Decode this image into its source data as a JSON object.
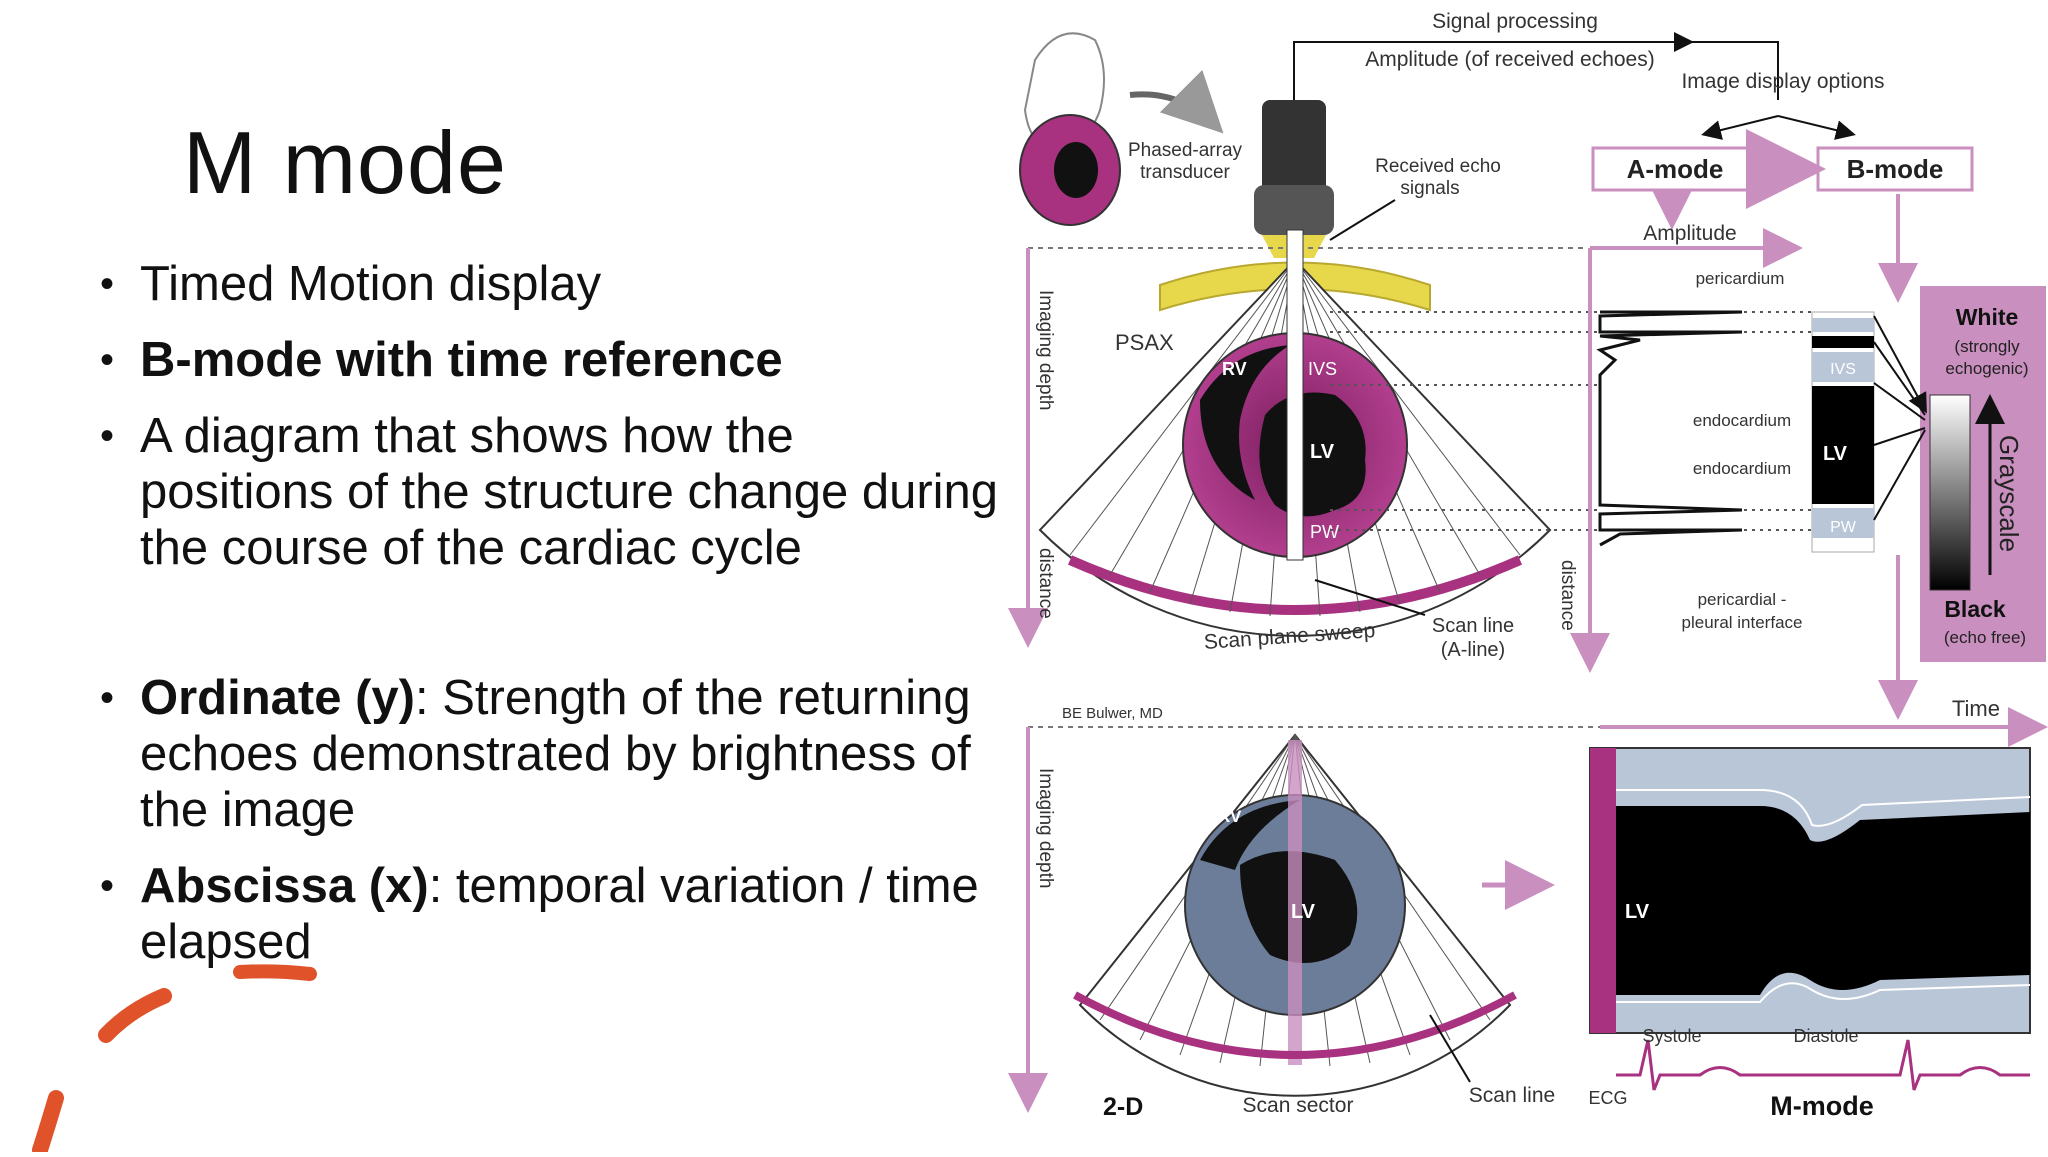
{
  "slide": {
    "title": "M mode",
    "bullets_top": [
      {
        "bold": "",
        "text": "Timed Motion display"
      },
      {
        "bold": "B-mode with time reference",
        "text": ""
      },
      {
        "bold": "",
        "text": "A diagram that shows how the positions of the structure change during the course of the cardiac cycle"
      }
    ],
    "bullets_bottom": [
      {
        "bold": "Ordinate (y)",
        "text": ": Strength of the returning echoes demonstrated by brightness of the image"
      },
      {
        "bold": "Abscissa (x)",
        "text": ": temporal variation / time elapsed"
      }
    ]
  },
  "diagram": {
    "signal_processing": "Signal processing",
    "amplitude_received": "Amplitude (of received echoes)",
    "image_display_options": "Image display options",
    "transducer": [
      "Phased-array",
      "transducer"
    ],
    "received_echo": [
      "Received echo",
      "signals"
    ],
    "a_mode": "A-mode",
    "b_mode": "B-mode",
    "amplitude": "Amplitude",
    "pericardium": "pericardium",
    "endocardium_1": "endocardium",
    "endocardium_2": "endocardium",
    "pericardial_interface": [
      "pericardial -",
      "pleural interface"
    ],
    "psax": "PSAX",
    "rv": "RV",
    "ivs": "IVS",
    "lv": "LV",
    "pw": "PW",
    "imaging_depth": "Imaging depth",
    "distance": "distance",
    "scan_plane_sweep": "Scan plane sweep",
    "scan_line": [
      "Scan line",
      "(A-line)"
    ],
    "white": "White",
    "white_sub": [
      "(strongly",
      "echogenic)"
    ],
    "grayscale": "Grayscale",
    "black": "Black",
    "black_sub": "(echo free)",
    "credit": "BE Bulwer, MD",
    "time": "Time",
    "label_2d": "2-D",
    "scan_sector": "Scan sector",
    "scan_line_bottom": "Scan line",
    "ecg": "ECG",
    "systole": "Systole",
    "diastole": "Diastole",
    "m_mode": "M-mode",
    "colors": {
      "pink": "#c98fbf",
      "magenta": "#a8327f",
      "yellow": "#e6d84a",
      "lightblue": "#b9c6d8"
    }
  }
}
